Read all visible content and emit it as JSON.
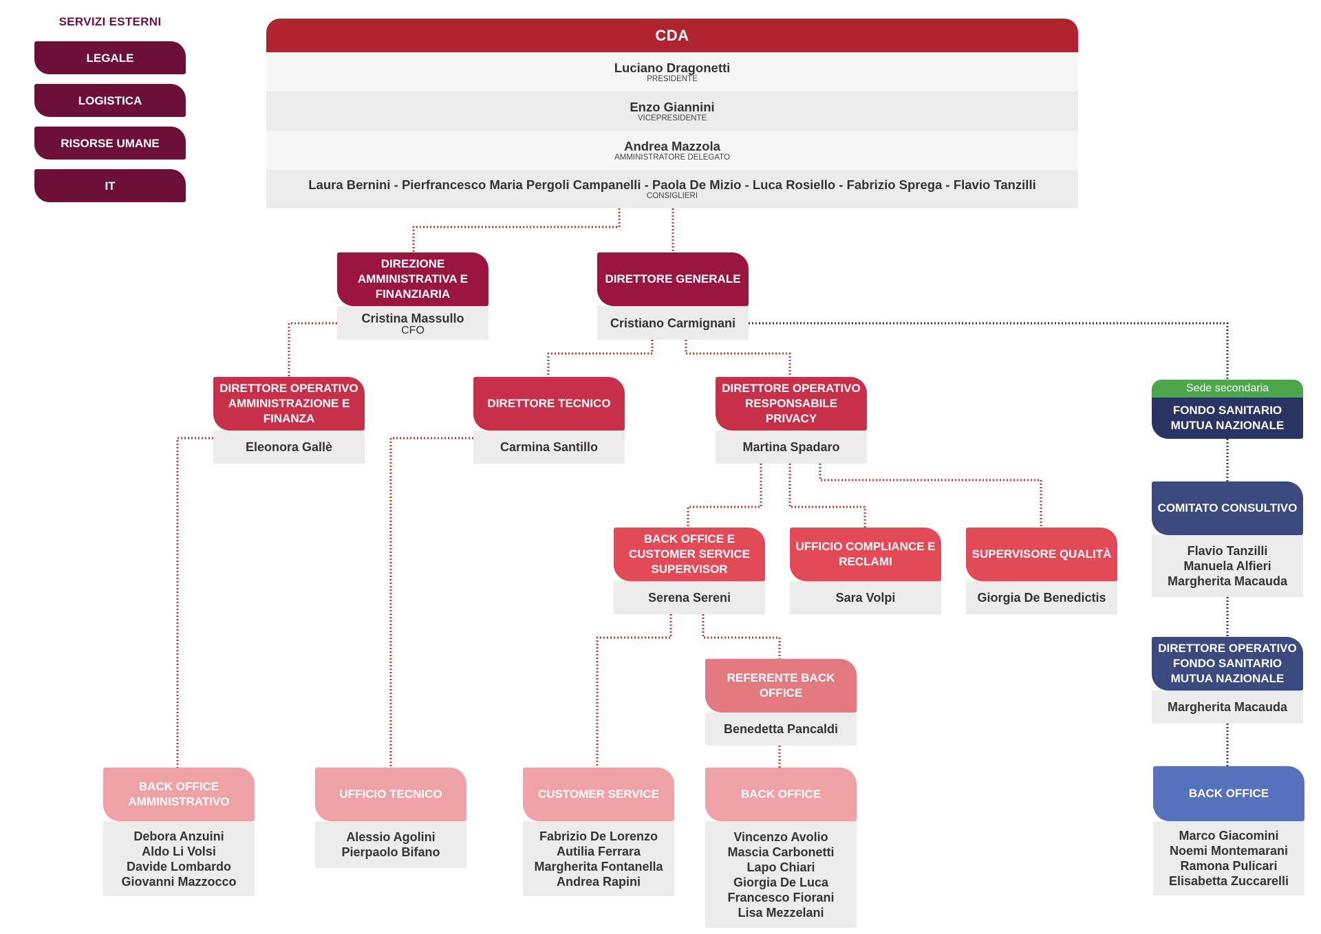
{
  "external_services": {
    "title": "SERVIZI ESTERNI",
    "items": [
      "LEGALE",
      "LOGISTICA",
      "RISORSE UMANE",
      "IT"
    ]
  },
  "cda": {
    "title": "CDA",
    "members": [
      {
        "name": "Luciano Dragonetti",
        "role": "PRESIDENTE"
      },
      {
        "name": "Enzo Giannini",
        "role": "VICEPRESIDENTE"
      },
      {
        "name": "Andrea Mazzola",
        "role": "AMMINISTRATORE DELEGATO"
      },
      {
        "name": "Laura Bernini - Pierfrancesco Maria Pergoli Campanelli - Paola De Mizio - Luca Rosiello - Fabrizio Sprega - Flavio Tanzilli",
        "role": "CONSIGLIERI"
      }
    ]
  },
  "colors": {
    "external": "#6d1038",
    "board": "#b1232f",
    "direction": "#9b1541",
    "operative": "#c8304a",
    "supervisor": "#e24a58",
    "referent": "#e37a7f",
    "team": "#eea2a6",
    "fund_dark": "#2a3463",
    "fund_mid": "#3b4a7e",
    "fund_light": "#5772bd",
    "green_tag": "#4ca64a",
    "link_red": "#c0392b",
    "link_blue": "#2a3463"
  },
  "units": {
    "daf": {
      "title": "DIREZIONE AMMINISTRATIVA E FINANZIARIA",
      "people": [
        "Cristina Massullo"
      ],
      "role": "CFO"
    },
    "dg": {
      "title": "DIRETTORE GENERALE",
      "people": [
        "Cristiano Carmignani"
      ]
    },
    "doaf": {
      "title": "DIRETTORE OPERATIVO AMMINISTRAZIONE E FINANZA",
      "people": [
        "Eleonora Gallè"
      ]
    },
    "dt": {
      "title": "DIRETTORE TECNICO",
      "people": [
        "Carmina Santillo"
      ]
    },
    "dorp": {
      "title": "DIRETTORE OPERATIVO RESPONSABILE PRIVACY",
      "people": [
        "Martina Spadaro"
      ]
    },
    "bocs": {
      "title": "BACK OFFICE E CUSTOMER SERVICE SUPERVISOR",
      "people": [
        "Serena Sereni"
      ]
    },
    "ucr": {
      "title": "UFFICIO COMPLIANCE E RECLAMI",
      "people": [
        "Sara Volpi"
      ]
    },
    "sq": {
      "title": "SUPERVISORE QUALITÀ",
      "people": [
        "Giorgia De Benedictis"
      ]
    },
    "rbo": {
      "title": "REFERENTE BACK OFFICE",
      "people": [
        "Benedetta Pancaldi"
      ]
    },
    "boa": {
      "title": "BACK OFFICE AMMINISTRATIVO",
      "people": [
        "Debora Anzuini",
        "Aldo Li Volsi",
        "Davide Lombardo",
        "Giovanni Mazzocco"
      ]
    },
    "ut": {
      "title": "UFFICIO TECNICO",
      "people": [
        "Alessio Agolini",
        "Pierpaolo Bifano"
      ]
    },
    "cs": {
      "title": "CUSTOMER SERVICE",
      "people": [
        "Fabrizio De Lorenzo",
        "Autilia Ferrara",
        "Margherita Fontanella",
        "Andrea Rapini"
      ]
    },
    "bo": {
      "title": "BACK OFFICE",
      "people": [
        "Vincenzo Avolio",
        "Mascia Carbonetti",
        "Lapo Chiari",
        "Giorgia De Luca",
        "Francesco Fiorani",
        "Lisa Mezzelani"
      ]
    },
    "fsmn": {
      "tag": "Sede secondaria",
      "title": "FONDO SANITARIO MUTUA NAZIONALE",
      "people": []
    },
    "cc": {
      "title": "COMITATO CONSULTIVO",
      "people": [
        "Flavio Tanzilli",
        "Manuela Alfieri",
        "Margherita Macauda"
      ]
    },
    "dofs": {
      "title": "DIRETTORE OPERATIVO FONDO SANITARIO MUTUA NAZIONALE",
      "people": [
        "Margherita Macauda"
      ]
    },
    "bof": {
      "title": "BACK OFFICE",
      "people": [
        "Marco Giacomini",
        "Noemi Montemarani",
        "Ramona Pulicari",
        "Elisabetta Zuccarelli"
      ]
    }
  }
}
